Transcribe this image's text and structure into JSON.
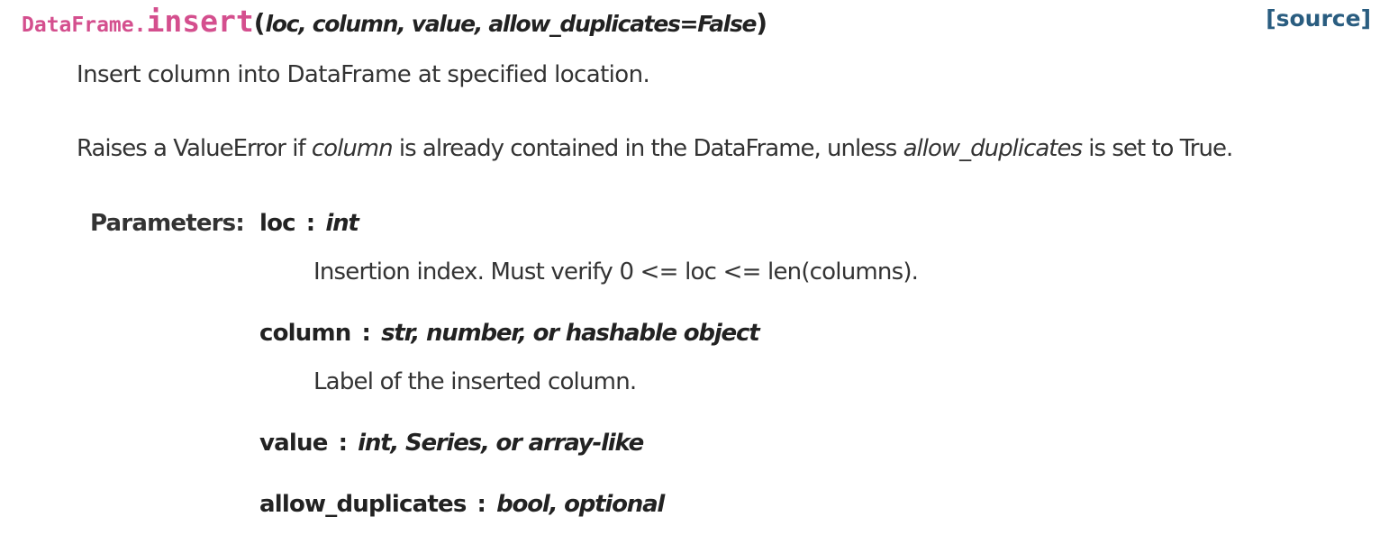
{
  "signature": {
    "class_name": "DataFrame.",
    "method_name": "insert",
    "open_paren": "(",
    "params": "loc, column, value, allow_duplicates=False",
    "close_paren": ")"
  },
  "source_link": "[source]",
  "description": {
    "summary": "Insert column into DataFrame at specified location.",
    "raises": {
      "part1": "Raises a ValueError if ",
      "em1": "column",
      "part2": " is already contained in the DataFrame, unless ",
      "em2": "allow_duplicates",
      "part3": " is set to True."
    }
  },
  "parameters": {
    "label": "Parameters:",
    "separator": ":",
    "items": [
      {
        "name": "loc",
        "type": "int",
        "desc": "Insertion index. Must verify 0 <= loc <= len(columns)."
      },
      {
        "name": "column",
        "type": "str, number, or hashable object",
        "desc": "Label of the inserted column."
      },
      {
        "name": "value",
        "type": "int, Series, or array-like",
        "desc": ""
      },
      {
        "name": "allow_duplicates",
        "type": "bool, optional",
        "desc": ""
      }
    ]
  }
}
